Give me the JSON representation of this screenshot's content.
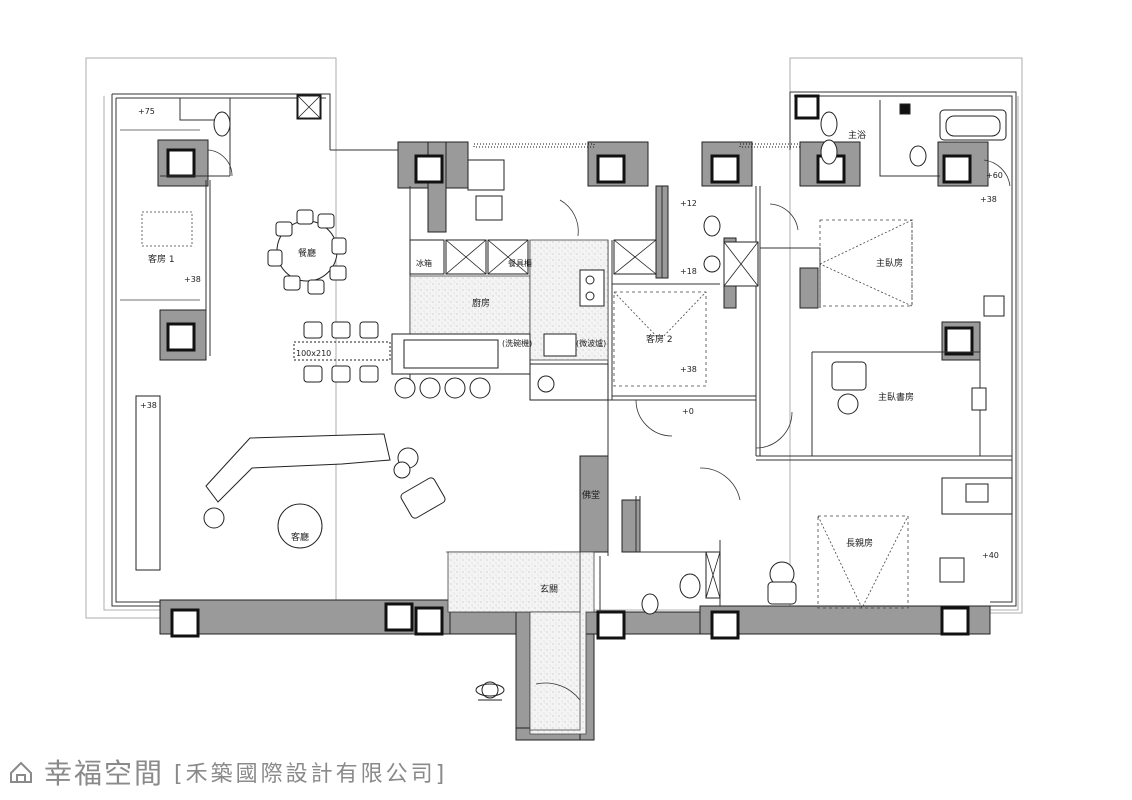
{
  "rooms": {
    "dining": "餐廳",
    "kitchen": "廚房",
    "guest1": "客房 1",
    "guest2": "客房 2",
    "living": "客廳",
    "entrance": "玄關",
    "shrine": "佛堂",
    "master_bath": "主浴",
    "master_bed": "主臥房",
    "master_study": "主臥書房",
    "elder_room": "長親房"
  },
  "fixtures": {
    "fridge": "冰箱",
    "storage": "餐具櫃",
    "dishwasher": "(洗碗機)",
    "microwave": "(微波爐)",
    "table_size": "100x210"
  },
  "levels": {
    "l1": "+75",
    "l2": "+38",
    "l3": "+38",
    "l4": "+12",
    "l5": "+18",
    "l6": "+38",
    "l7": "+0",
    "l8": "+60",
    "l9": "+38",
    "l10": "+40"
  },
  "colors": {
    "wall_fill": "#9a9a9a",
    "wall_stroke": "#222222",
    "speckle": "#e6e6e6"
  },
  "watermark": {
    "brand": "幸福空間",
    "credit": "[禾築國際設計有限公司]",
    "icon": "house-logo-icon"
  }
}
